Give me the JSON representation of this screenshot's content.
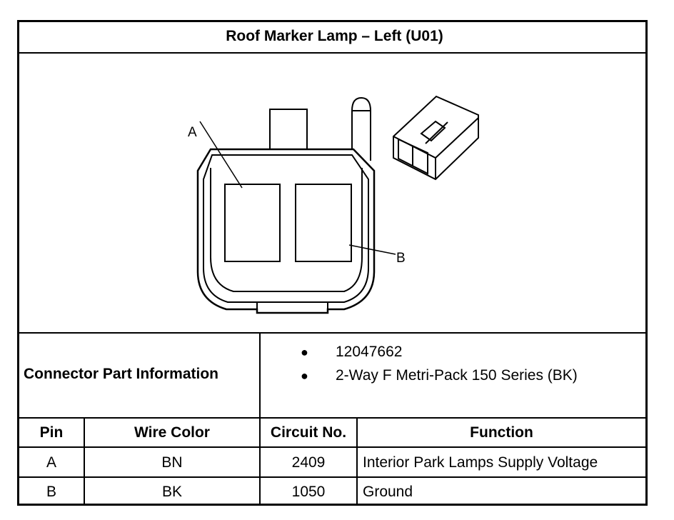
{
  "title": "Roof Marker Lamp – Left (U01)",
  "diagram": {
    "label_a": "A",
    "label_b": "B"
  },
  "connector_info": {
    "label": "Connector Part Information",
    "items": [
      "12047662",
      "2-Way F Metri-Pack 150 Series (BK)"
    ]
  },
  "table": {
    "headers": [
      "Pin",
      "Wire Color",
      "Circuit No.",
      "Function"
    ],
    "rows": [
      [
        "A",
        "BN",
        "2409",
        "Interior Park Lamps Supply Voltage"
      ],
      [
        "B",
        "BK",
        "1050",
        "Ground"
      ]
    ]
  }
}
